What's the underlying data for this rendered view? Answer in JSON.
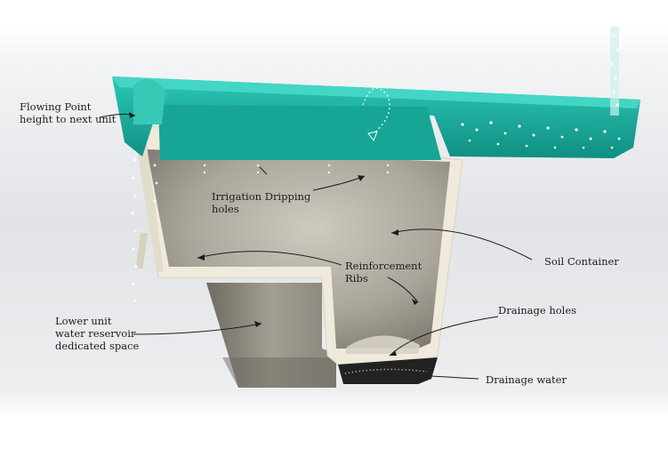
{
  "labels": {
    "flowing_point": "Flowing Point\nheight to next unit",
    "irrigation_dripping": "Irrigation Dripping\nholes",
    "reinforcement_ribs": "Reinforcement\nRibs",
    "soil_container": "Soil Container",
    "drainage_holes": "Drainage holes",
    "lower_unit": "Lower unit\nwater reservoir\ndedicated space",
    "drainage_water": "Drainage water"
  },
  "colors": {
    "tray_teal": "#1fb3a3",
    "tray_dark": "#0e8a7e",
    "container_wall": "#efeadb",
    "container_inner": "#b9b4a8",
    "water_drops": "#ffffff",
    "drainage_dark": "#2a2a2a"
  }
}
